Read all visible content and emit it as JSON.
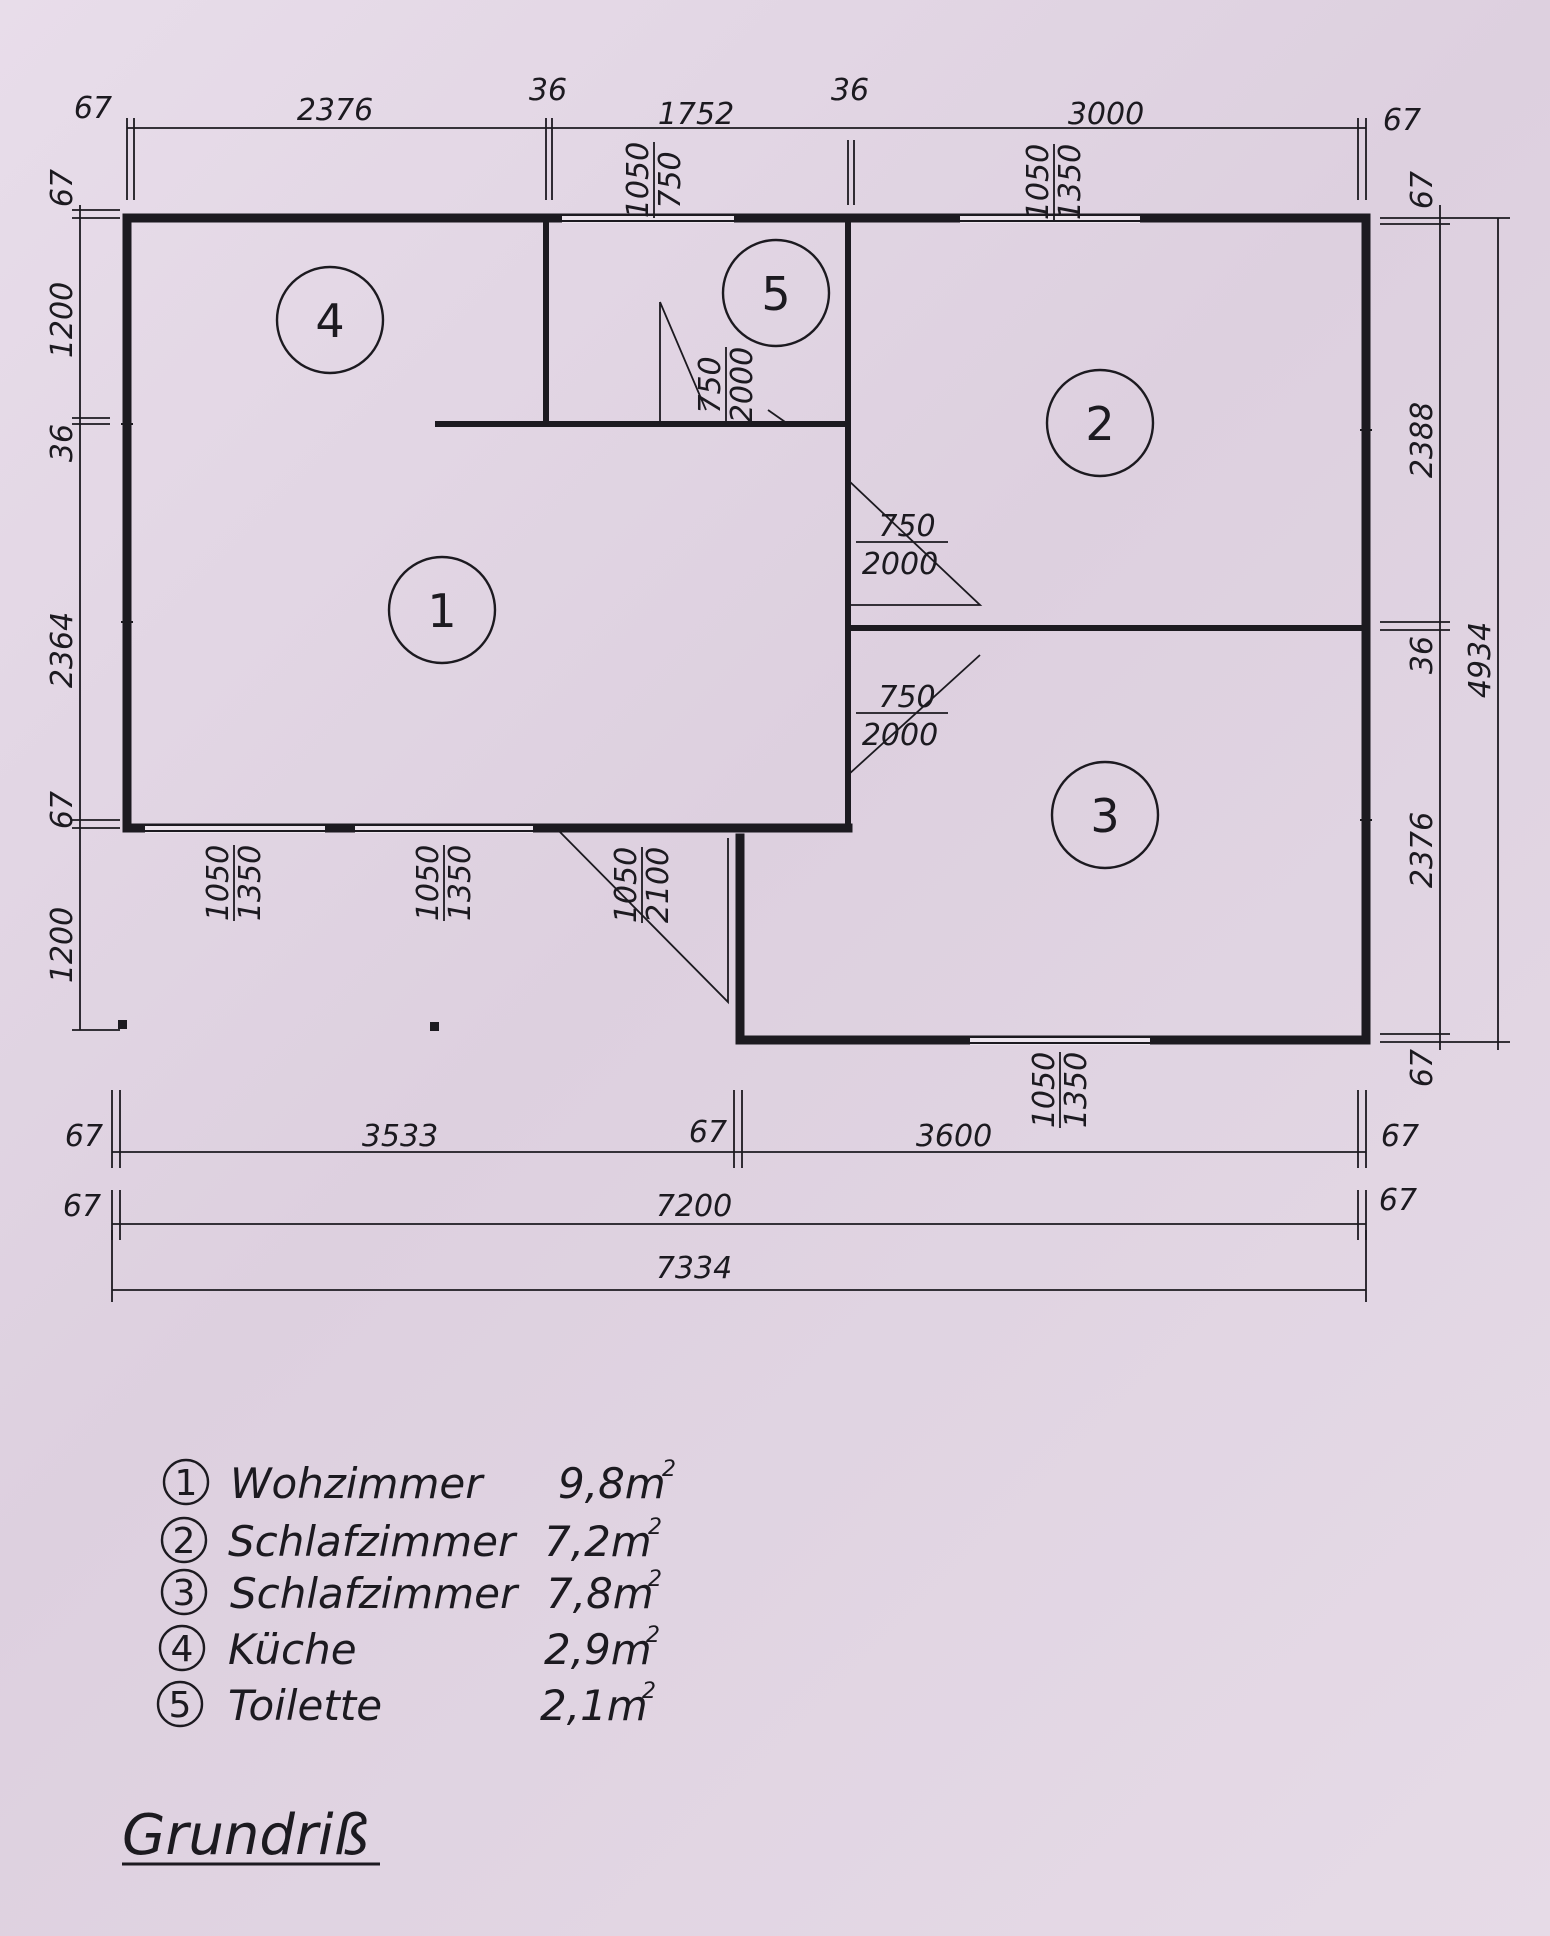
{
  "plan": {
    "title": "Grundriß",
    "rooms": [
      {
        "id": "room-1",
        "number": "1"
      },
      {
        "id": "room-2",
        "number": "2"
      },
      {
        "id": "room-3",
        "number": "3"
      },
      {
        "id": "room-4",
        "number": "4"
      },
      {
        "id": "room-5",
        "number": "5"
      }
    ],
    "top_dimensions": [
      "67",
      "2376",
      "36",
      "1752",
      "36",
      "3000",
      "67"
    ],
    "left_dimensions": [
      "67",
      "1200",
      "36",
      "2364",
      "67",
      "1200"
    ],
    "right_dimensions": [
      "67",
      "2388",
      "36",
      "2376",
      "67",
      "4934"
    ],
    "bottom_dimensions": {
      "row1": [
        "67",
        "3533",
        "67",
        "3600",
        "67"
      ],
      "row2": [
        "67",
        "7200",
        "67"
      ],
      "row3": [
        "7334"
      ]
    },
    "openings": [
      {
        "id": "window-top-toilet",
        "top": "1050",
        "bottom": "750"
      },
      {
        "id": "window-top-bedroom2",
        "top": "1050",
        "bottom": "1350"
      },
      {
        "id": "door-toilet",
        "top": "750",
        "bottom": "2000"
      },
      {
        "id": "door-bedroom2",
        "top": "750",
        "bottom": "2000"
      },
      {
        "id": "door-bedroom3",
        "top": "750",
        "bottom": "2000"
      },
      {
        "id": "window-bottom-left-1",
        "top": "1050",
        "bottom": "1350"
      },
      {
        "id": "window-bottom-left-2",
        "top": "1050",
        "bottom": "1350"
      },
      {
        "id": "door-entrance",
        "top": "1050",
        "bottom": "2100"
      },
      {
        "id": "window-bottom-bedroom3",
        "top": "1050",
        "bottom": "1350"
      }
    ],
    "legend": [
      {
        "number": "1",
        "name": "Wohzimmer",
        "area": "9,8m",
        "exp": "2"
      },
      {
        "number": "2",
        "name": "Schlafzimmer",
        "area": "7,2m",
        "exp": "2"
      },
      {
        "number": "3",
        "name": "Schlafzimmer",
        "area": "7,8m",
        "exp": "2"
      },
      {
        "number": "4",
        "name": "Küche",
        "area": "2,9m",
        "exp": "2"
      },
      {
        "number": "5",
        "name": "Toilette",
        "area": "2,1m",
        "exp": "2"
      }
    ]
  }
}
